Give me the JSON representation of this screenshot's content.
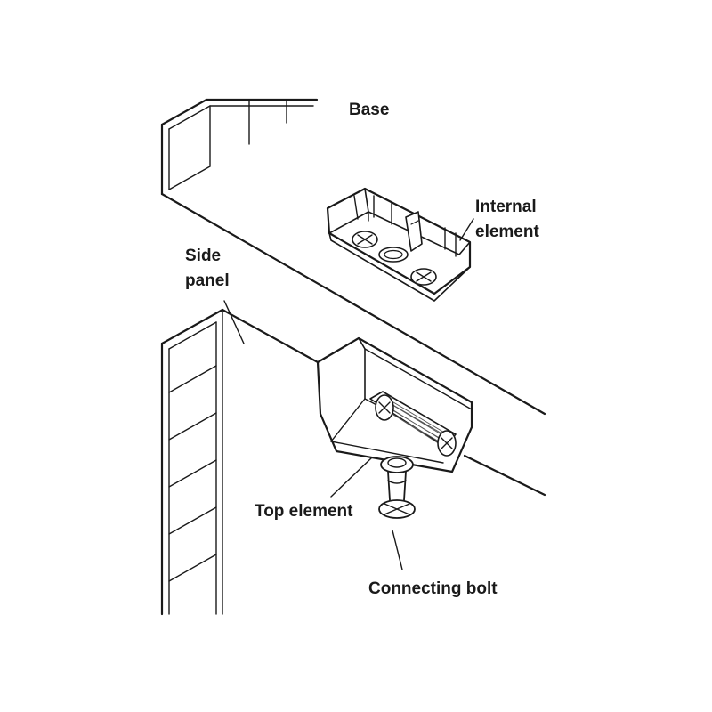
{
  "labels": {
    "base": "Base",
    "internal_line1": "Internal",
    "internal_line2": "element",
    "side_line1": "Side",
    "side_line2": "panel",
    "top_element": "Top element",
    "connecting_bolt": "Connecting bolt"
  },
  "colors": {
    "line": "#1a1a1a",
    "part_fill": "#ffffff",
    "hatch": "#555555",
    "background": "#ffffff"
  }
}
